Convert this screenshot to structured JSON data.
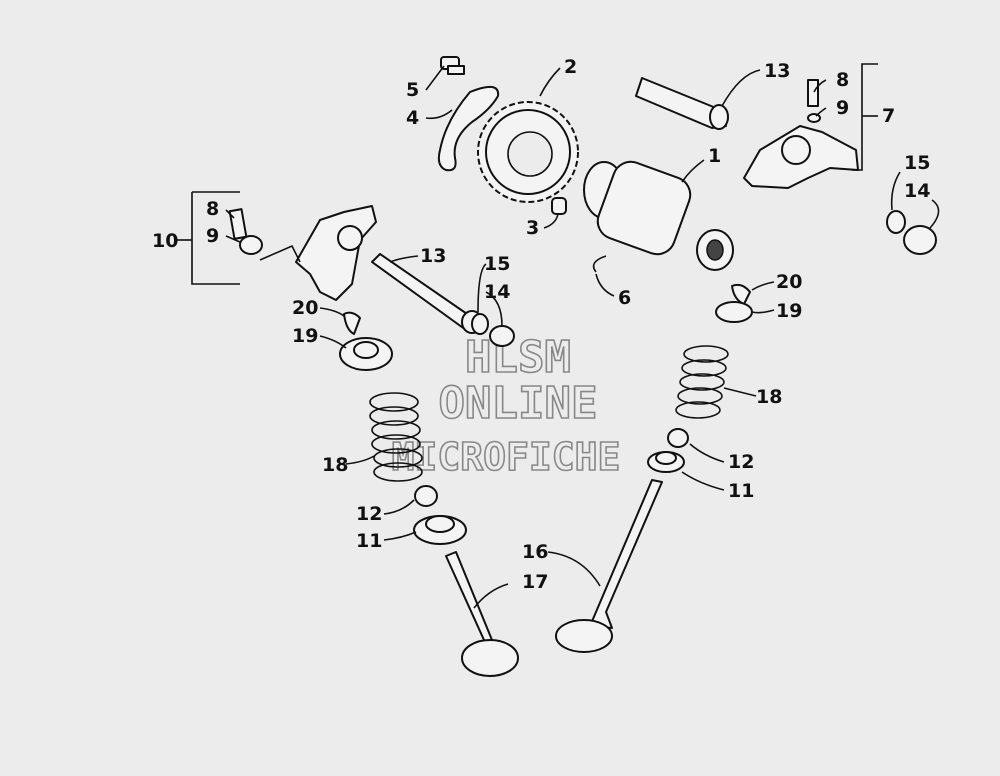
{
  "watermark": [
    "HLSM",
    "ONLINE",
    "MICROFICHE"
  ],
  "callouts": {
    "c1": "1",
    "c2": "2",
    "c3": "3",
    "c4": "4",
    "c5": "5",
    "c6": "6",
    "c7": "7",
    "c8a": "8",
    "c9a": "9",
    "c8b": "8",
    "c9b": "9",
    "c10": "10",
    "c11a": "11",
    "c11b": "11",
    "c12a": "12",
    "c12b": "12",
    "c13a": "13",
    "c13b": "13",
    "c14a": "14",
    "c14b": "14",
    "c15a": "15",
    "c15b": "15",
    "c16": "16",
    "c17": "17",
    "c18a": "18",
    "c18b": "18",
    "c19a": "19",
    "c19b": "19",
    "c20a": "20",
    "c20b": "20"
  }
}
